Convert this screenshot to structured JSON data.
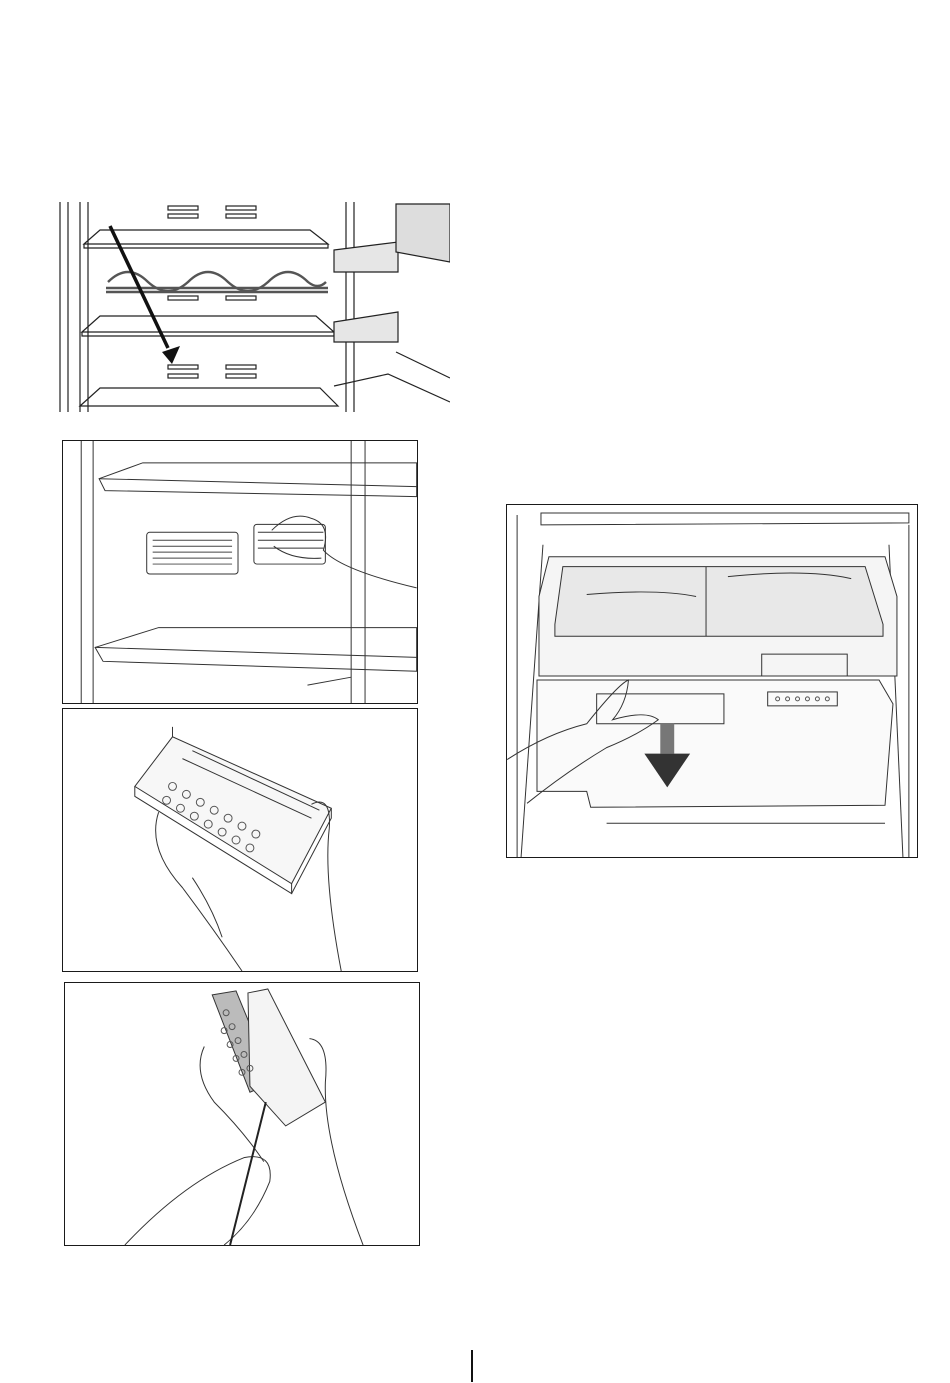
{
  "page": {
    "figures": [
      {
        "id": "shelf-wine-rack",
        "label": ""
      },
      {
        "id": "fan-vent-removal",
        "label": ""
      },
      {
        "id": "odour-filter-cartridge",
        "label": ""
      },
      {
        "id": "filter-cleaning",
        "label": ""
      },
      {
        "id": "crisper-drawer-removal",
        "label": ""
      }
    ],
    "page_number": ""
  }
}
